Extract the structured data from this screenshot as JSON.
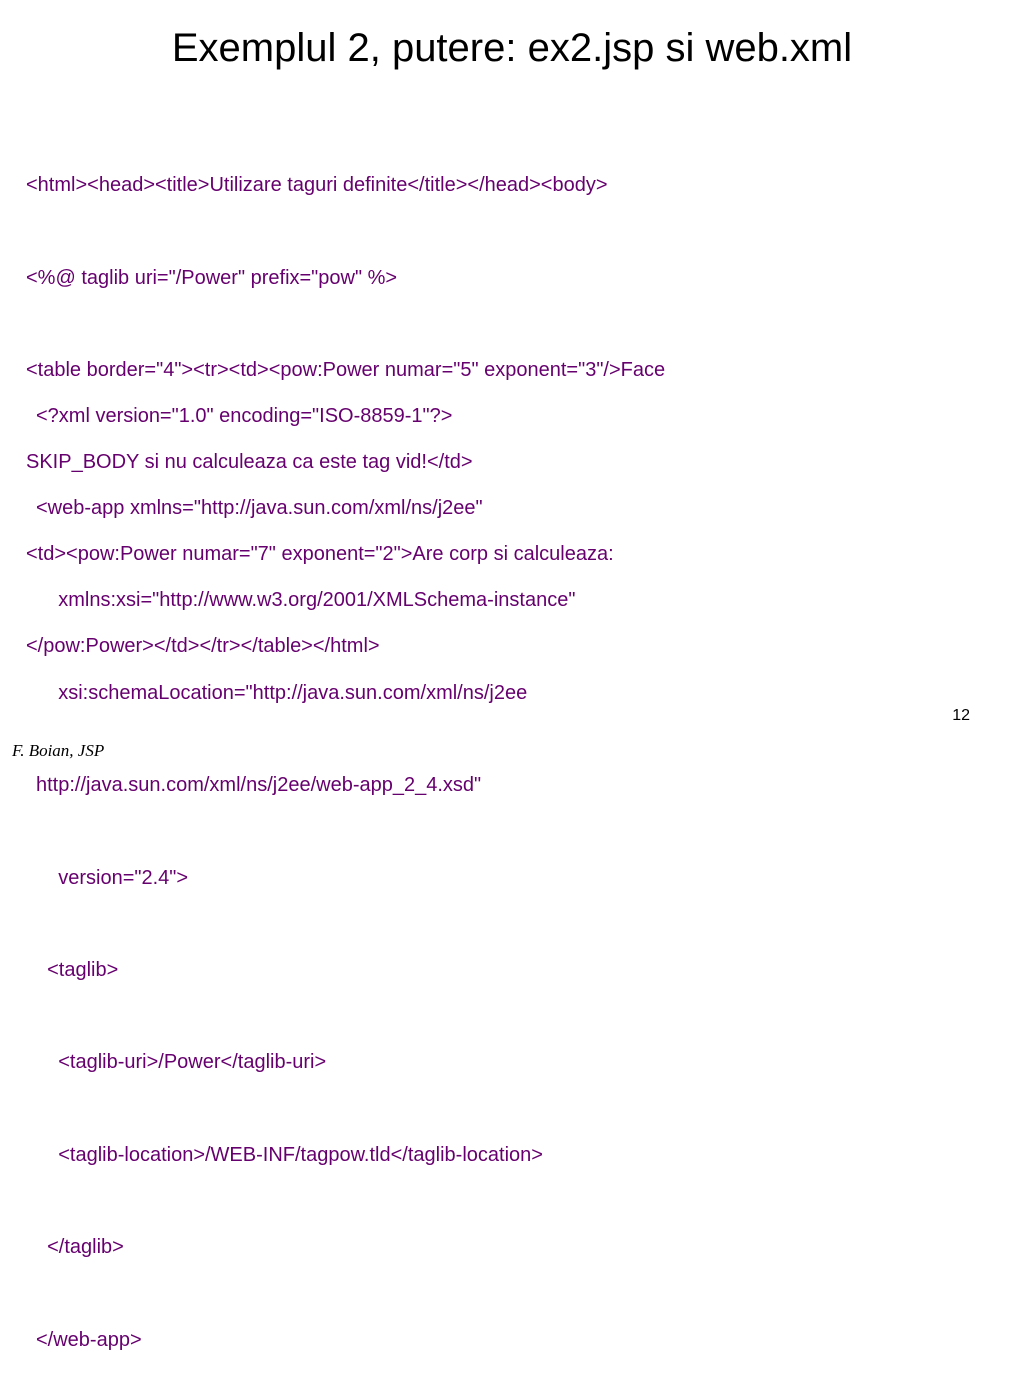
{
  "slide": {
    "title": "Exemplul 2, putere: ex2.jsp si web.xml",
    "page_number": "12",
    "footer": "F. Boian, JSP",
    "text_color": "#66006e"
  },
  "jsp_code": {
    "lines": [
      "<html><head><title>Utilizare taguri definite</title></head><body>",
      "<%@ taglib uri=\"/Power\" prefix=\"pow\" %>",
      "<table border=\"4\"><tr><td><pow:Power numar=\"5\" exponent=\"3\"/>Face",
      "SKIP_BODY si nu calculeaza ca este tag vid!</td>",
      "<td><pow:Power numar=\"7\" exponent=\"2\">Are corp si calculeaza:",
      "</pow:Power></td></tr></table></html>"
    ]
  },
  "xml_code": {
    "lines": [
      "<?xml version=\"1.0\" encoding=\"ISO-8859-1\"?>",
      "<web-app xmlns=\"http://java.sun.com/xml/ns/j2ee\"",
      "    xmlns:xsi=\"http://www.w3.org/2001/XMLSchema-instance\"",
      "    xsi:schemaLocation=\"http://java.sun.com/xml/ns/j2ee",
      "http://java.sun.com/xml/ns/j2ee/web-app_2_4.xsd\"",
      "    version=\"2.4\">",
      "  <taglib>",
      "    <taglib-uri>/Power</taglib-uri>",
      "    <taglib-location>/WEB-INF/tagpow.tld</taglib-location>",
      "  </taglib>",
      "</web-app>"
    ]
  }
}
